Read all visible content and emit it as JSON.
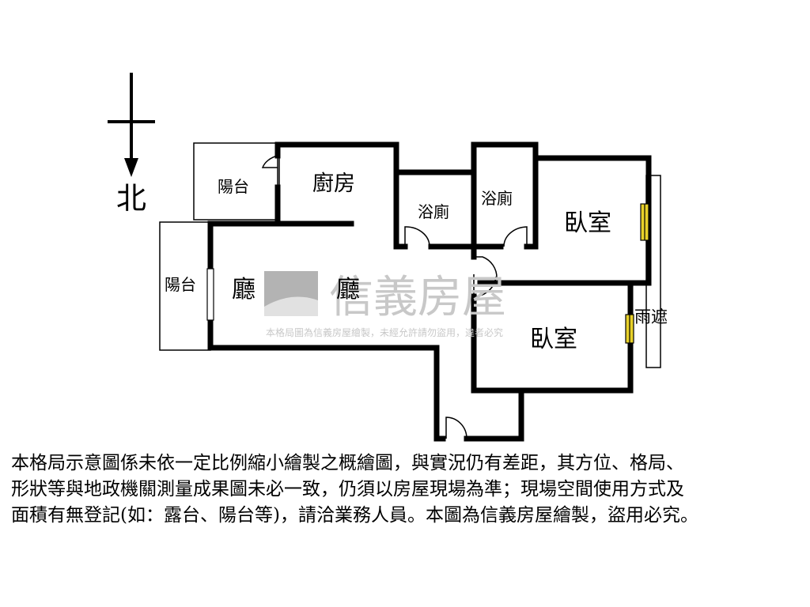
{
  "compass": {
    "north_label": "北"
  },
  "rooms": {
    "balcony_top": "陽台",
    "kitchen": "廚房",
    "bath_1": "浴廁",
    "bath_2": "浴廁",
    "bedroom_1": "臥室",
    "balcony_left": "陽台",
    "living_1": "廳",
    "living_2": "廳",
    "bedroom_2": "臥室",
    "canopy": "雨遮"
  },
  "watermark": {
    "brand": "信義房屋",
    "notice": "本格局圖為信義房屋繪製，未經允許請勿盜用，違者必究"
  },
  "disclaimer": {
    "line1": "本格局示意圖係未依一定比例縮小繪製之概繪圖，與實況仍有差距，其方位、格局、",
    "line2": "形狀等與地政機關測量成果圖未必一致，仍須以房屋現場為準；現場空間使用方式及",
    "line3": "面積有無登記(如：露台、陽台等)，請洽業務人員。本圖為信義房屋繪製，盜用必究。"
  },
  "colors": {
    "wall": "#000000",
    "window": "#e8d12a",
    "watermark": "#c8c8c8"
  }
}
